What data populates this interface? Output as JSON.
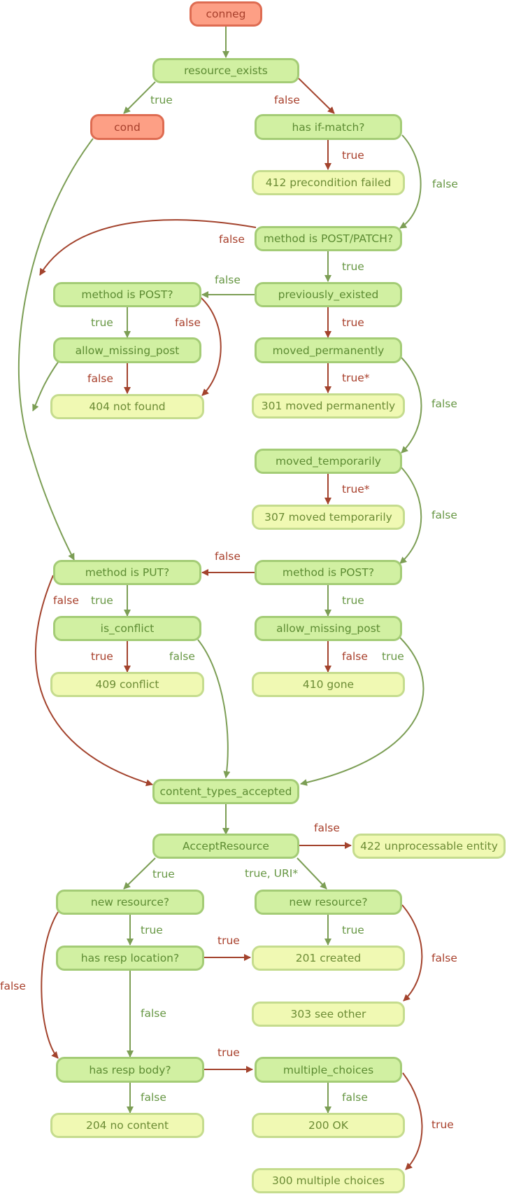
{
  "colors": {
    "green_edge": "#7c9e55",
    "red_edge": "#a3432d",
    "green_label": "#679744",
    "red_label": "#a8402c"
  },
  "nodes": {
    "conneg": "conneg",
    "resource_exists": "resource_exists",
    "cond": "cond",
    "has_if_match": "has if-match?",
    "precondition_failed": "412 precondition failed",
    "method_post_patch": "method is POST/PATCH?",
    "method_post_left": "method is POST?",
    "previously_existed": "previously_existed",
    "allow_missing_post_left": "allow_missing_post",
    "moved_permanently": "moved_permanently",
    "not_found": "404 not found",
    "moved_permanently_301": "301 moved permanently",
    "moved_temporarily": "moved_temporarily",
    "moved_temporarily_307": "307 moved temporarily",
    "method_put": "method is PUT?",
    "method_post_right": "method is POST?",
    "is_conflict": "is_conflict",
    "allow_missing_post_right": "allow_missing_post",
    "conflict_409": "409 conflict",
    "gone_410": "410 gone",
    "content_types_accepted": "content_types_accepted",
    "accept_resource": "AcceptResource",
    "unprocessable_422": "422 unprocessable entity",
    "new_resource_left": "new resource?",
    "new_resource_right": "new resource?",
    "has_resp_location": "has resp location?",
    "created_201": "201 created",
    "see_other_303": "303 see other",
    "has_resp_body": "has resp body?",
    "multiple_choices": "multiple_choices",
    "no_content_204": "204 no content",
    "ok_200": "200 OK",
    "multiple_choices_300": "300 multiple choices"
  },
  "labels": {
    "re_cond": "true",
    "re_ifmatch": "false",
    "ifmatch_412": "true",
    "ifmatch_post": "false",
    "post_patch_false": "false",
    "post_patch_true": "true",
    "prev_false": "false",
    "mpost_true": "true",
    "mpost_false": "false",
    "prev_true": "true",
    "amp_false": "false",
    "mperm_true": "true*",
    "mperm_false": "false",
    "mtemp_true": "true*",
    "mtemp_false": "false",
    "mpostr_false": "false",
    "mput_false": "false",
    "mput_true": "true",
    "mpostr_true": "true",
    "conflict_true": "true",
    "conflict_false": "false",
    "ampr_false": "false",
    "ampr_true": "true",
    "ar_false": "false",
    "ar_true": "true",
    "ar_true_uri": "true, URI*",
    "nrl_true": "true",
    "nrr_true": "true",
    "loc_true": "true",
    "nrl_false": "false",
    "nrr_false": "false",
    "loc_false": "false",
    "body_true": "true",
    "body_false": "false",
    "mc_false": "false",
    "mc_true": "true"
  }
}
